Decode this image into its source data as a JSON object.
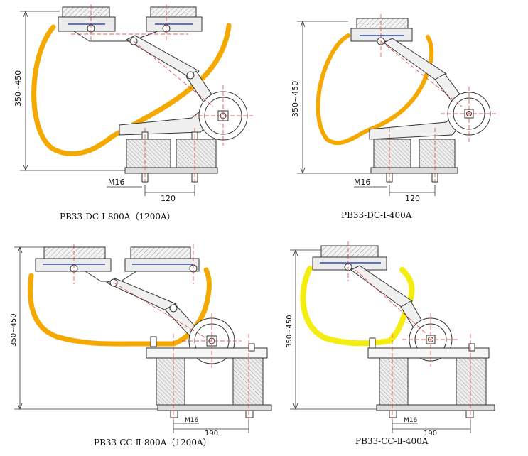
{
  "panels": [
    {
      "caption": "PB33-DC-Ⅰ-800A（1200A）",
      "height_label": "350~450",
      "bolt_label": "M16",
      "spacing_label": "120"
    },
    {
      "caption": "PB33-DC-Ⅰ-400A",
      "height_label": "350~450",
      "bolt_label": "M16",
      "spacing_label": "120"
    },
    {
      "caption": "PB33-CC-Ⅱ-800A（1200A）",
      "height_label": "350~450",
      "bolt_label": "M16",
      "spacing_label": "190"
    },
    {
      "caption": "PB33-CC-Ⅱ-400A",
      "height_label": "350~450",
      "bolt_label": "M16",
      "spacing_label": "190"
    }
  ],
  "colors": {
    "cable_orange": "#F5A800",
    "cable_yellow": "#F4EE10",
    "center_line": "#E0302A",
    "blue_line": "#2E4BB4",
    "outline": "#333333"
  }
}
